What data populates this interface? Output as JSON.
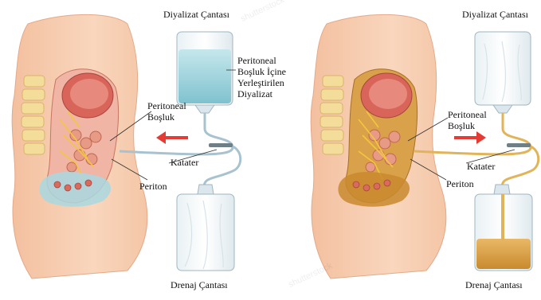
{
  "left_panel": {
    "dialysate_bag": "Diyalizat Çantası",
    "inserted_dialysate_1": "Peritoneal",
    "inserted_dialysate_2": "Boşluk İçine",
    "inserted_dialysate_3": "Yerleştirilen",
    "inserted_dialysate_4": "Diyalizat",
    "cavity_1": "Peritoneal",
    "cavity_2": "Boşluk",
    "catheter": "Katater",
    "peritoneum": "Periton",
    "drain_bag": "Drenaj Çantası"
  },
  "right_panel": {
    "dialysate_bag": "Diyalizat Çantası",
    "cavity_1": "Peritoneal",
    "cavity_2": "Boşluk",
    "catheter": "Katater",
    "peritoneum": "Periton",
    "drain_bag": "Drenaj Çantası"
  },
  "watermark": "shutterstock",
  "colors": {
    "skin": "#f6c9a8",
    "dialysate": "#9fd3dc",
    "effluent": "#d9a14a",
    "arrow": "#e53b35",
    "tube": "#a8c3cf"
  }
}
